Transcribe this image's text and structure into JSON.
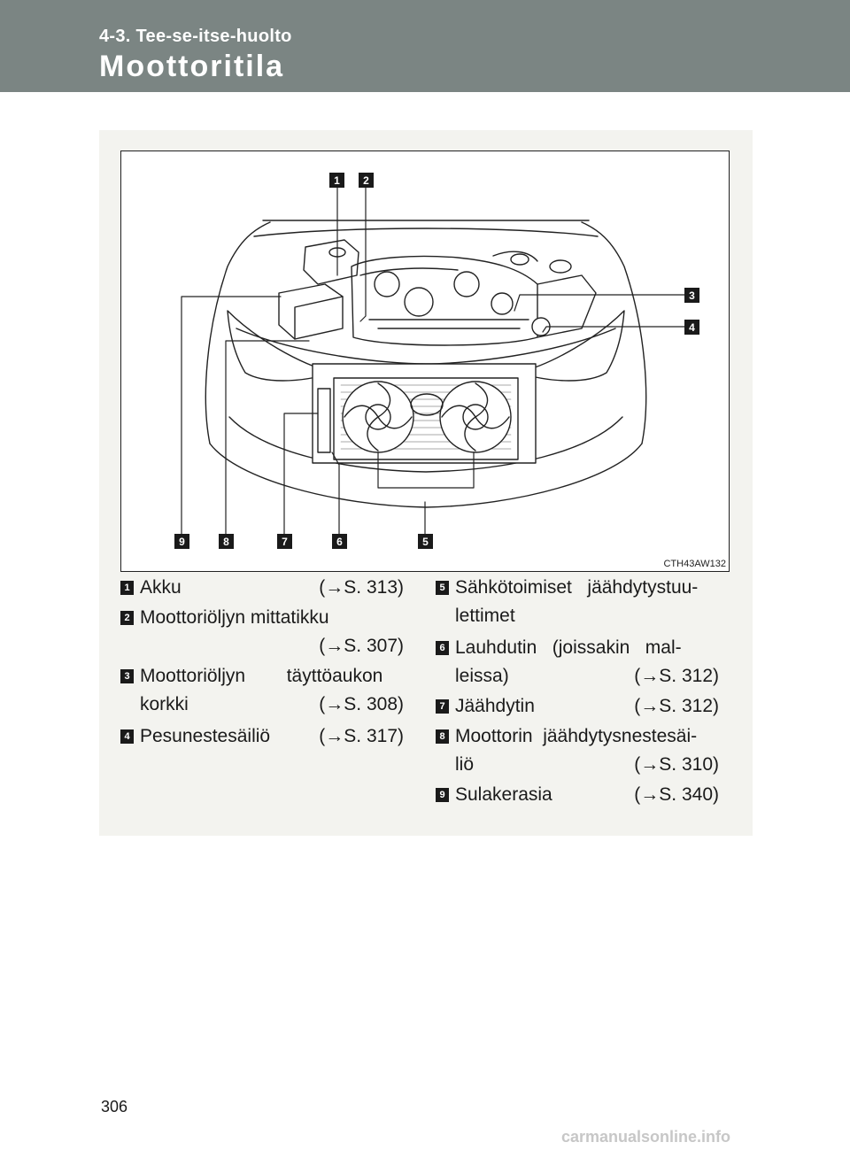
{
  "header": {
    "section": "4-3. Tee-se-itse-huolto",
    "title": "Moottoritila"
  },
  "figure": {
    "code": "CTH43AW132",
    "callouts": [
      "1",
      "2",
      "3",
      "4",
      "5",
      "6",
      "7",
      "8",
      "9"
    ]
  },
  "items_left": [
    {
      "n": "1",
      "lines": [
        "Akku"
      ],
      "ref": "(→S. 313)"
    },
    {
      "n": "2",
      "lines": [
        "Moottoriöljyn mittatikku"
      ],
      "ref": "(→S. 307)"
    },
    {
      "n": "3",
      "lines": [
        "Moottoriöljyn        täyttöaukon",
        "korkki"
      ],
      "ref": "(→S. 308)"
    },
    {
      "n": "4",
      "lines": [
        "Pesunestesäiliö"
      ],
      "ref": "(→S. 317)"
    }
  ],
  "items_right": [
    {
      "n": "5",
      "lines": [
        "Sähkötoimiset   jäähdytystuu-",
        "lettimet"
      ],
      "ref": ""
    },
    {
      "n": "6",
      "lines": [
        "Lauhdutin   (joissakin   mal-",
        "leissa)"
      ],
      "ref": "(→S. 312)"
    },
    {
      "n": "7",
      "lines": [
        "Jäähdytin"
      ],
      "ref": "(→S. 312)"
    },
    {
      "n": "8",
      "lines": [
        "Moottorin  jäähdytysnestesäi-",
        "liö"
      ],
      "ref": "(→S. 310)"
    },
    {
      "n": "9",
      "lines": [
        "Sulakerasia"
      ],
      "ref": "(→S. 340)"
    }
  ],
  "page_number": "306",
  "watermark": "carmanualsonline.info"
}
